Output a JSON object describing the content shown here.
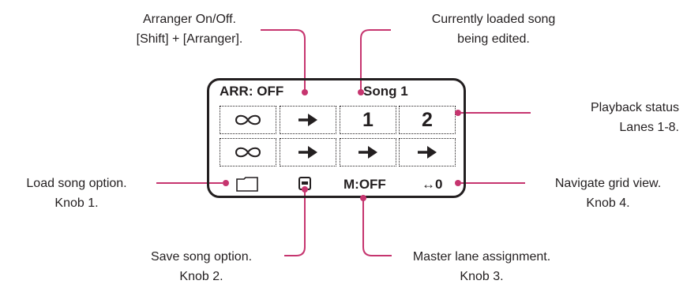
{
  "screen": {
    "header_left": "ARR: OFF",
    "header_right": "Song 1",
    "row1": [
      "infinity",
      "arrow",
      "1",
      "2"
    ],
    "row2": [
      "infinity",
      "arrow",
      "arrow",
      "arrow"
    ],
    "bottom": {
      "master_label": "M:OFF",
      "nav_label": "↔0"
    },
    "icons": [
      "folder-icon",
      "save-icon",
      "infinity-icon",
      "right-arrow-icon",
      "left-right-arrow-icon"
    ]
  },
  "annotations": {
    "arranger": [
      "Arranger On/Off.",
      "[Shift] + [Arranger]."
    ],
    "song": [
      "Currently loaded song",
      "being edited."
    ],
    "playback": [
      "Playback status",
      "Lanes 1-8."
    ],
    "load": [
      "Load song option.",
      "Knob 1."
    ],
    "navigate": [
      "Navigate grid view.",
      "Knob 4."
    ],
    "save": [
      "Save song option.",
      "Knob 2."
    ],
    "master": [
      "Master lane assignment.",
      "Knob 3."
    ]
  },
  "colors": {
    "accent": "#c6356f",
    "ink": "#231f20"
  }
}
